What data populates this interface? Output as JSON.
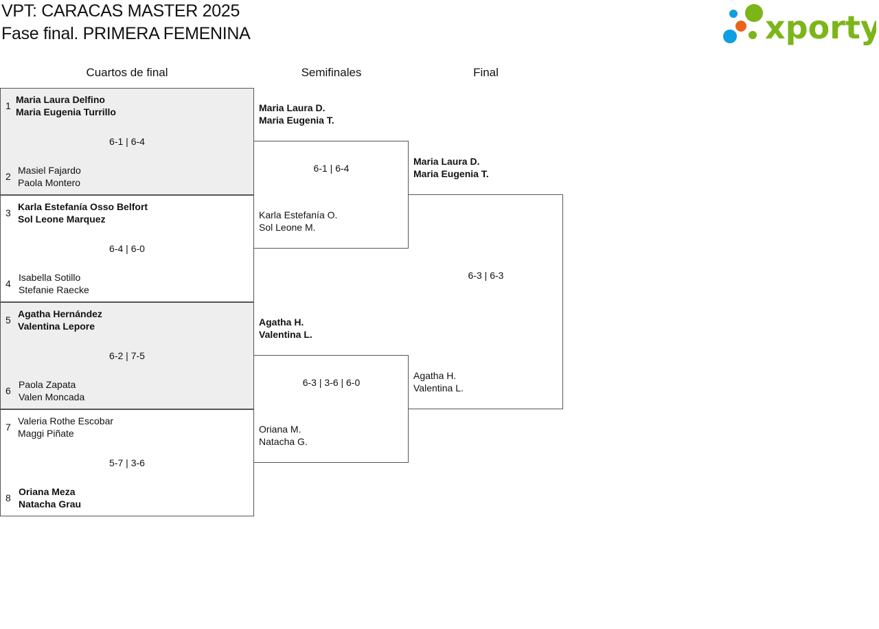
{
  "header": {
    "title": "VPT: CARACAS MASTER 2025",
    "subtitle": "Fase final. PRIMERA FEMENINA",
    "logo_text": "xporty",
    "logo_colors": {
      "green": "#7cb51a",
      "orange": "#e8641b",
      "blue": "#109fe0"
    }
  },
  "rounds": {
    "quarterfinals": "Cuartos de final",
    "semifinals": "Semifinales",
    "final": "Final"
  },
  "quarterfinals": [
    {
      "top": {
        "seed": "1",
        "p1": "Maria Laura Delfino",
        "p2": "Maria Eugenia Turrillo",
        "winner": true
      },
      "bottom": {
        "seed": "2",
        "p1": "Masiel Fajardo",
        "p2": "Paola Montero",
        "winner": false
      },
      "score": "6-1 | 6-4"
    },
    {
      "top": {
        "seed": "3",
        "p1": "Karla Estefanía Osso Belfort",
        "p2": "Sol Leone Marquez",
        "winner": true
      },
      "bottom": {
        "seed": "4",
        "p1": "Isabella Sotillo",
        "p2": "Stefanie Raecke",
        "winner": false
      },
      "score": "6-4 | 6-0"
    },
    {
      "top": {
        "seed": "5",
        "p1": "Agatha Hernández",
        "p2": "Valentina Lepore",
        "winner": true
      },
      "bottom": {
        "seed": "6",
        "p1": "Paola Zapata",
        "p2": "Valen Moncada",
        "winner": false
      },
      "score": "6-2 | 7-5"
    },
    {
      "top": {
        "seed": "7",
        "p1": "Valeria Rothe Escobar",
        "p2": "Maggi Piñate",
        "winner": false
      },
      "bottom": {
        "seed": "8",
        "p1": "Oriana Meza",
        "p2": "Natacha Grau",
        "winner": true
      },
      "score": "5-7 | 3-6"
    }
  ],
  "semifinals": [
    {
      "top": {
        "p1": "Maria Laura D.",
        "p2": "Maria Eugenia T.",
        "winner": true
      },
      "bottom": {
        "p1": "Karla Estefanía O.",
        "p2": "Sol Leone M.",
        "winner": false
      },
      "score": "6-1 | 6-4"
    },
    {
      "top": {
        "p1": "Agatha H.",
        "p2": "Valentina L.",
        "winner": true
      },
      "bottom": {
        "p1": "Oriana M.",
        "p2": "Natacha G.",
        "winner": false
      },
      "score": "6-3 | 3-6 | 6-0"
    }
  ],
  "final": {
    "top": {
      "p1": "Maria Laura D.",
      "p2": "Maria Eugenia T.",
      "winner": true
    },
    "bottom": {
      "p1": "Agatha H.",
      "p2": "Valentina L.",
      "winner": false
    },
    "score": "6-3 | 6-3"
  }
}
